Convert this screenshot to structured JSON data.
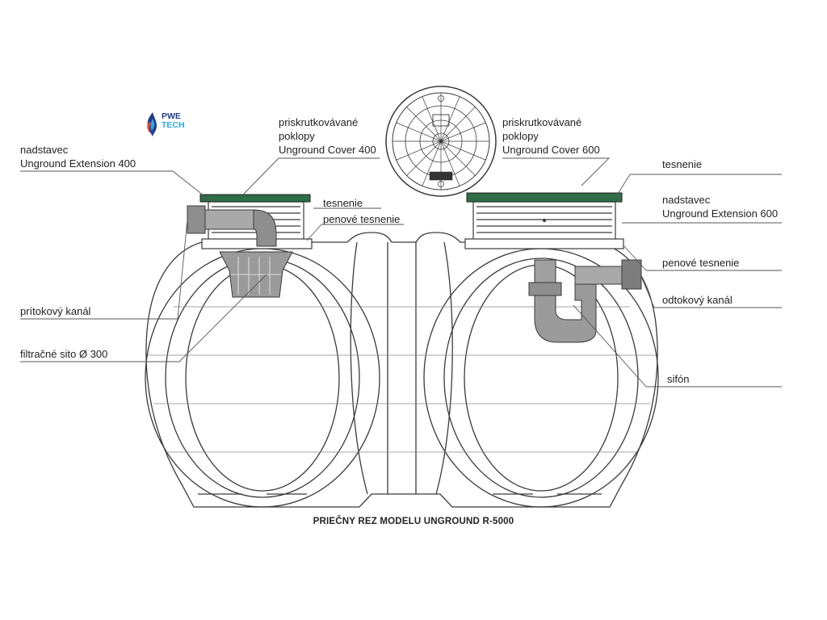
{
  "logo": {
    "line1": "PWE",
    "line2": "TECH",
    "colors": {
      "primary": "#1f3c8f",
      "accent": "#2fa9e0",
      "flame": "#e8452c"
    }
  },
  "labels": {
    "extension400": [
      "nadstavec",
      "Unground Extension 400"
    ],
    "cover400": [
      "priskrutkovávané",
      "poklopy",
      "Unground Cover 400"
    ],
    "cover600": [
      "priskrutkovávané",
      "poklopy",
      "Unground Cover 600"
    ],
    "seal_left": "tesnenie",
    "foam_left": "penové tesnenie",
    "inflow": "prítokový kanál",
    "filter": "filtračné sito Ø 300",
    "seal_right": "tesnenie",
    "extension600": [
      "nadstavec",
      "Unground Extension 600"
    ],
    "foam_right": "penové tesnenie",
    "outflow": "odtokový kanál",
    "siphon": "sifón"
  },
  "caption": "PRIEČNY REZ MODELU UNGROUND R-5000",
  "colors": {
    "outline": "#3a3a3a",
    "leader": "#555555",
    "pipe": "#8e8e8e",
    "pipe_dark": "#5d5d5d",
    "lid_green": "#2f6d47",
    "filter": "#7a7a7a"
  }
}
